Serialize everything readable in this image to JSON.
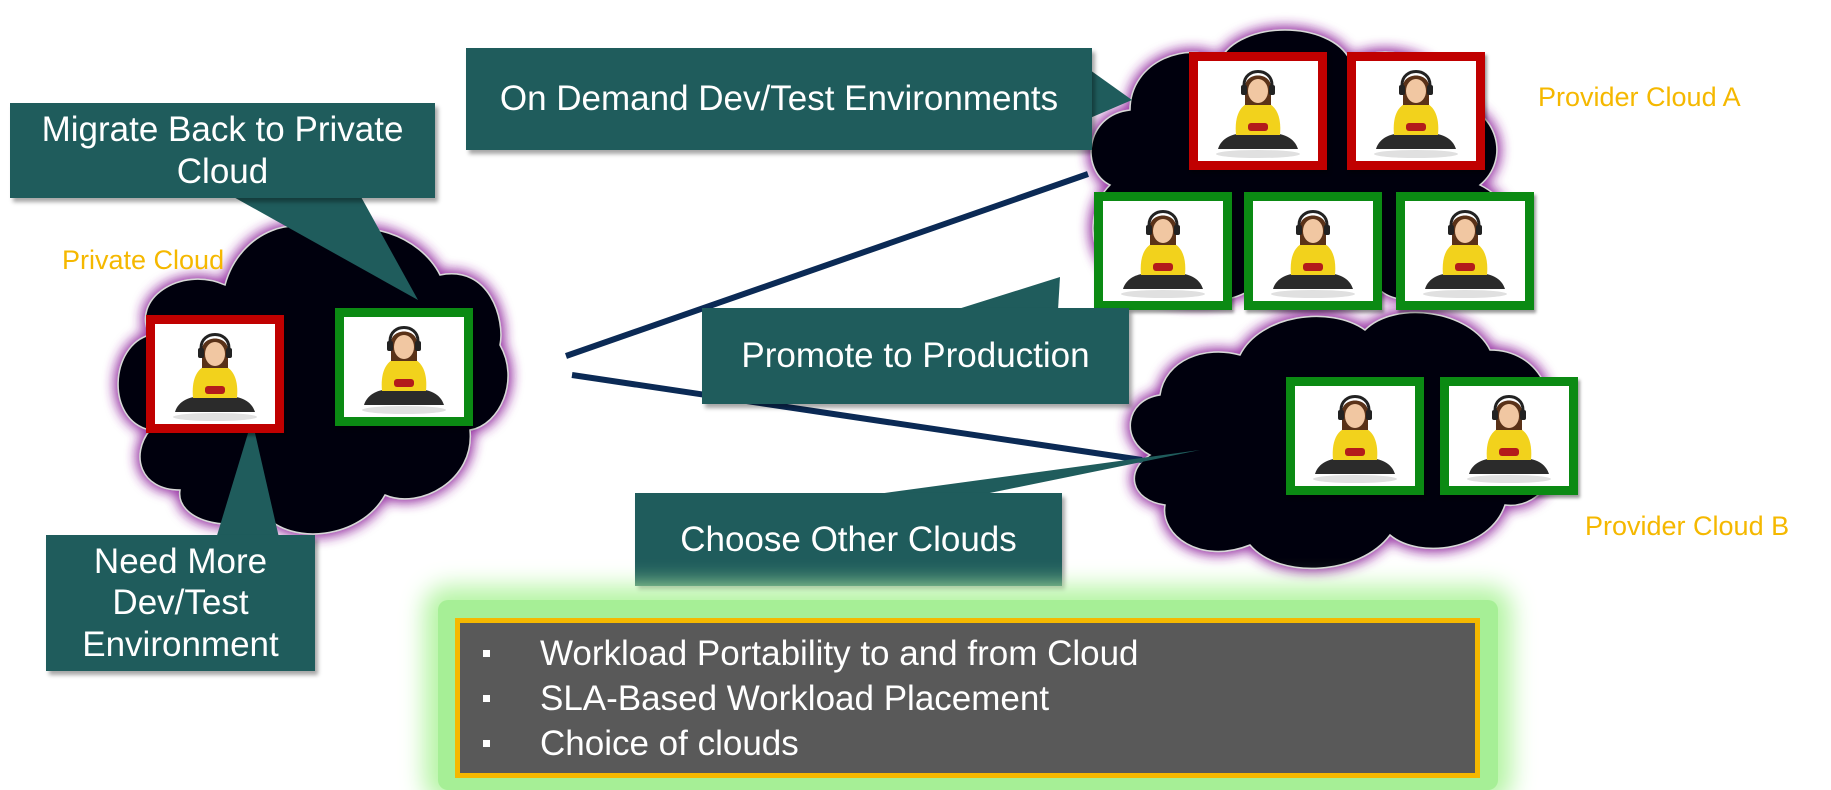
{
  "colors": {
    "callout_bg": "#1f5c5c",
    "cloud_fill": "#02050c",
    "cloud_glow": "#9a3aa6",
    "label_yellow": "#f5b800",
    "vm_red": "#c00000",
    "vm_green": "#0b8a13",
    "connector": "#0b2a55",
    "summary_bg": "#595959",
    "summary_border": "#f5b800",
    "summary_glow": "#a6ef96"
  },
  "labels": {
    "private_cloud": "Private Cloud",
    "provider_a": "Provider Cloud A",
    "provider_b": "Provider Cloud B"
  },
  "callouts": {
    "migrate_back": "Migrate Back to Private Cloud",
    "on_demand": "On Demand Dev/Test Environments",
    "promote": "Promote to Production",
    "choose_other": "Choose Other Clouds",
    "need_more": "Need More Dev/Test Environment"
  },
  "summary": {
    "items": [
      "Workload Portability to and from Cloud",
      "SLA-Based Workload Placement",
      "Choice of clouds"
    ]
  },
  "vm_icon": "person-with-headphones-icon"
}
